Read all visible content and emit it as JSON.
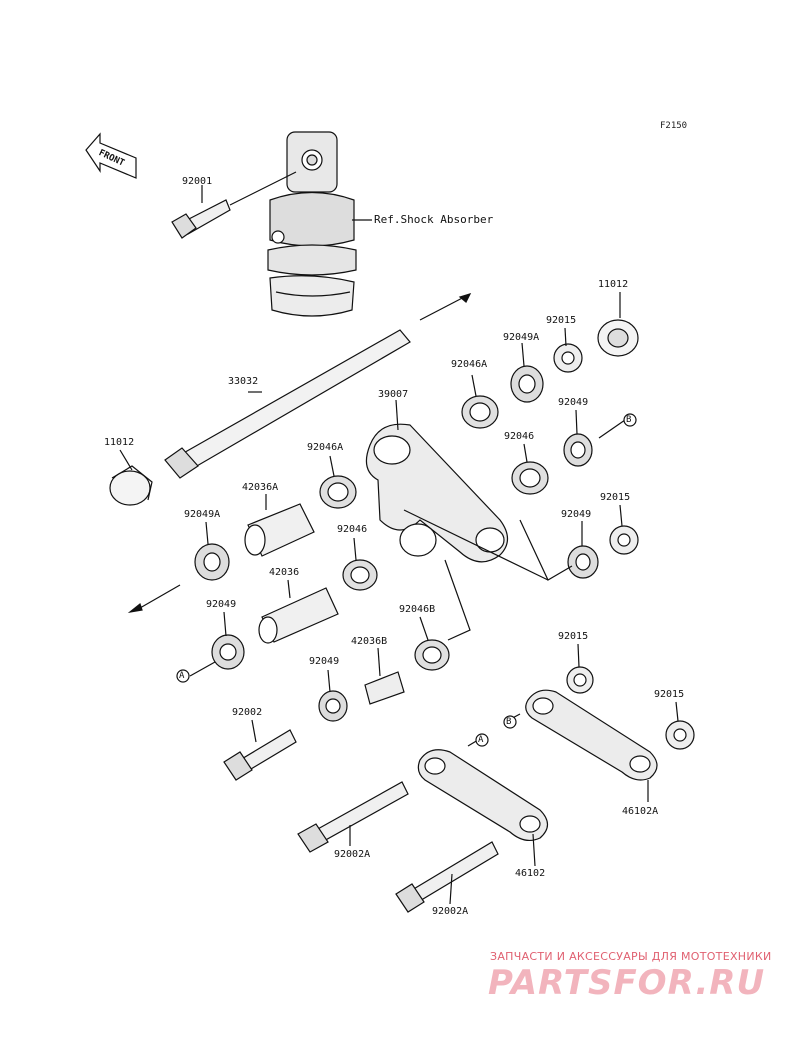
{
  "figure_code": "F2150",
  "front_label": "FRONT",
  "ref_label": "Ref.Shock Absorber",
  "callouts": {
    "p92001": "92001",
    "p33032": "33032",
    "p11012_left": "11012",
    "p11012_right": "11012",
    "p92015_a": "92015",
    "p92049A_right": "92049A",
    "p92046A_right": "92046A",
    "p39007": "39007",
    "p92049_b": "92049",
    "p92046_right": "92046",
    "p92046A_mid": "92046A",
    "p42036A": "42036A",
    "p92049A_left": "92049A",
    "p92015_b": "92015",
    "p92049_c": "92049",
    "p92046_mid": "92046",
    "p42036": "42036",
    "p92049_left": "92049",
    "p92046B": "92046B",
    "p42036B": "42036B",
    "p92049_low": "92049",
    "p92015_c": "92015",
    "p92015_d": "92015",
    "p92002": "92002",
    "p46102A": "46102A",
    "p92002A_a": "92002A",
    "p46102": "46102",
    "p92002A_b": "92002A"
  },
  "markers": {
    "a": "A",
    "b": "B"
  },
  "watermark": {
    "line1": "ЗАПЧАСТИ И АКСЕССУАРЫ ДЛЯ МОТОТЕХНИКИ",
    "line2": "PARTSFOR.RU"
  }
}
